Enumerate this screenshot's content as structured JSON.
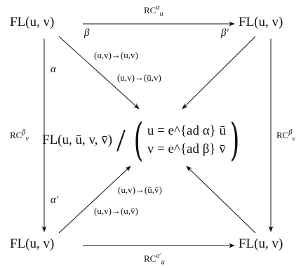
{
  "nodes": {
    "top_left": "FL(u, v)",
    "top_right": "FL(u, v)",
    "bottom_left": "FL(u, v)",
    "bottom_right": "FL(u, v)",
    "center_left": "FL(u, ū, v, v̄)"
  },
  "center_eqs": {
    "row1": "u = e^{ad α} ū",
    "row2": "v = e^{ad β} v̄"
  },
  "edge_labels": {
    "top_alpha_main": "RC",
    "top_alpha_sup": "α",
    "top_alpha_sub": "u",
    "bottom_alpha_main": "RC",
    "bottom_alpha_sup": "α′",
    "bottom_alpha_sub": "u",
    "left_beta_main": "RC",
    "left_beta_sup": "β",
    "left_beta_sub": "v",
    "right_beta_main": "RC",
    "right_beta_sup": "β",
    "right_beta_sub": "v",
    "beta": "β",
    "beta_prime": "β′",
    "alpha": "α",
    "alpha_prime": "α′",
    "map_tl": "(u,v)→(u,v)",
    "map_tr": "(u,v)→(ū,v)",
    "map_br": "(u,v)→(ū,v̄)",
    "map_bl": "(u,v)→(u,v̄)"
  }
}
